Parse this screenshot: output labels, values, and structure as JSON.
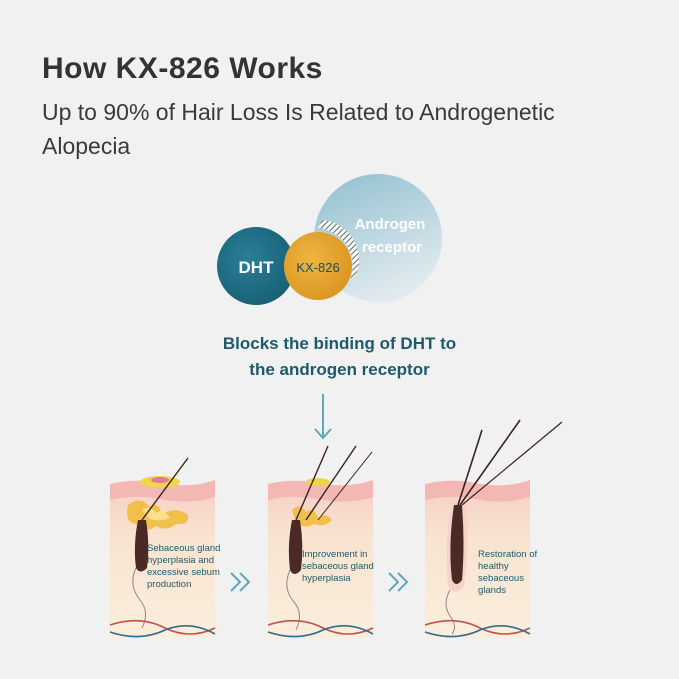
{
  "title": "How KX-826 Works",
  "subtitle": "Up to 90% of Hair Loss Is Related to Androgenetic Alopecia",
  "diagram": {
    "dht_label": "DHT",
    "kx_label": "KX-826",
    "receptor_label_line1": "Androgen",
    "receptor_label_line2": "receptor"
  },
  "caption": "Blocks the binding of DHT to the androgen receptor",
  "panels": [
    {
      "text": "Sebaceous gland hyperplasia and excessive sebum production"
    },
    {
      "text": "Improvement in sebaceous gland hyperplasia"
    },
    {
      "text": "Restoration of healthy sebaceous glands"
    }
  ],
  "colors": {
    "dht": "#1f6b82",
    "kx826": "#e1a12c",
    "receptor": "#a9ccd8",
    "text_teal": "#1d5a6c",
    "arrow": "#5ea7bd"
  },
  "icons": [
    "arrow-down-icon",
    "double-chevron-right-icon"
  ]
}
